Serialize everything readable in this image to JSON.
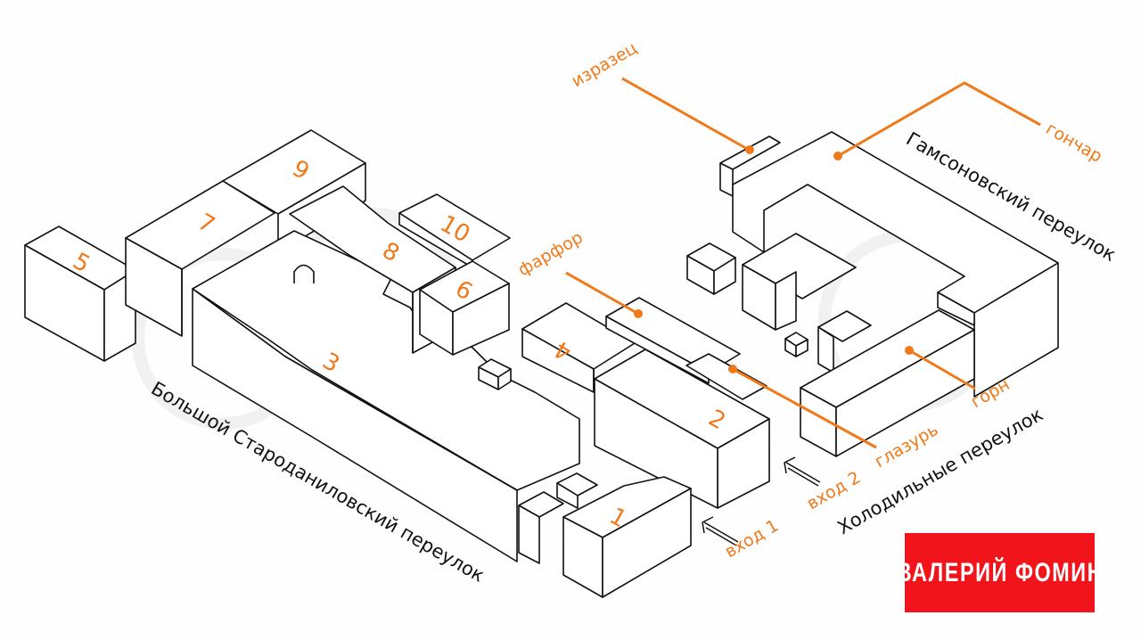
{
  "colors": {
    "accent": "#f07a1a",
    "line": "#111111",
    "logo_bg": "#f1141b",
    "logo_text": "#ffffff"
  },
  "buildings": [
    {
      "id": "1",
      "label": "1"
    },
    {
      "id": "2",
      "label": "2"
    },
    {
      "id": "3",
      "label": "3"
    },
    {
      "id": "4",
      "label": "4"
    },
    {
      "id": "5",
      "label": "5"
    },
    {
      "id": "6",
      "label": "6"
    },
    {
      "id": "7",
      "label": "7"
    },
    {
      "id": "8",
      "label": "8"
    },
    {
      "id": "9",
      "label": "9"
    },
    {
      "id": "10",
      "label": "10"
    }
  ],
  "callouts": {
    "izrazets": "изразец",
    "gonchar": "гончар",
    "farfor": "фарфор",
    "glazur": "глазурь",
    "gorn": "горн"
  },
  "entrances": {
    "entrance_1": "вход 1",
    "entrance_2": "вход 2"
  },
  "streets": {
    "gamsonovsky": "Гамсоновский переулок",
    "kholodilny": "Холодильные переулок",
    "bolshoy_starodanilovsky": "Большой Староданиловский переулок"
  },
  "logo": {
    "text": "ВАЛЕРИЙ ФОМИН"
  }
}
